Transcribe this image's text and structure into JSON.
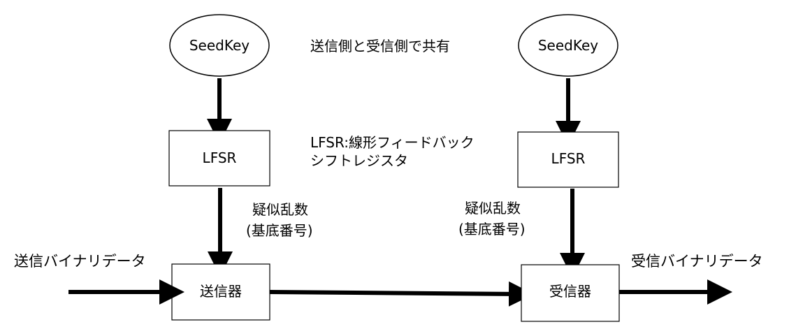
{
  "sender": {
    "seed_label": "SeedKey",
    "lfsr_label": "LFSR",
    "device_label": "送信器",
    "random_label_line1": "疑似乱数",
    "random_label_line2": "(基底番号)",
    "input_label": "送信バイナリデータ"
  },
  "receiver": {
    "seed_label": "SeedKey",
    "lfsr_label": "LFSR",
    "device_label": "受信器",
    "random_label_line1": "疑似乱数",
    "random_label_line2": "(基底番号)",
    "output_label": "受信バイナリデータ"
  },
  "notes": {
    "shared": "送信側と受信側で共有",
    "lfsr_line1": "LFSR:線形フィードバック",
    "lfsr_line2": "シフトレジスタ"
  },
  "colors": {
    "stroke": "#000000",
    "background": "#ffffff"
  }
}
